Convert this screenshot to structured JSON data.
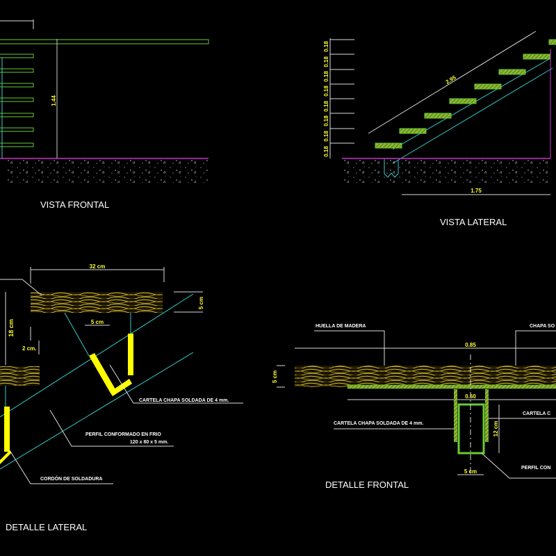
{
  "colors": {
    "background": "#000000",
    "tread": "#66cc33",
    "stringer": "#33cccc",
    "ground_line": "#cc33cc",
    "dimension_text": "#ffff33",
    "weld": "#ffff00",
    "wood": "#c8b428"
  },
  "views": {
    "frontal": {
      "title": "VISTA FRONTAL",
      "height_dim": "1.44"
    },
    "lateral": {
      "title": "VISTA LATERAL",
      "length_dim": "2.95",
      "base_dim": "1.75",
      "riser_dims": [
        "0.18",
        "0.18",
        "0.18",
        "0.18",
        "0.18",
        "0.18",
        "0.18",
        "0.18"
      ]
    },
    "detalle_lateral": {
      "title": "DETALLE LATERAL",
      "width_dim": "32 cm",
      "thickness_dim": "5 cm",
      "gusset_dim": "5 cm",
      "overhang_dim": "2 cm.",
      "rise_dim": "18 cm",
      "notes": {
        "cartela": "CARTELA CHAPA SOLDADA DE 4 mm.",
        "perfil_1": "PERFIL CONFORMADO EN FRIO",
        "perfil_2": "120 x 80 x 5 mm.",
        "cordon": "CORDÓN DE SOLDADURA"
      }
    },
    "detalle_frontal": {
      "title": "DETALLE FRONTAL",
      "width_dim": "0.85",
      "plate_dim": "0.60",
      "thickness_dim": "5 cm",
      "profile_height_dim": "12 cm",
      "profile_width_dim": "5 cm",
      "notes": {
        "huella": "HUELLA DE MADERA",
        "chapa": "CHAPA SO",
        "cartela_left": "CARTELA CHAPA SOLDADA DE 4 mm.",
        "cartela_right": "CARTELA C",
        "perfil": "PERFIL CON"
      }
    }
  }
}
